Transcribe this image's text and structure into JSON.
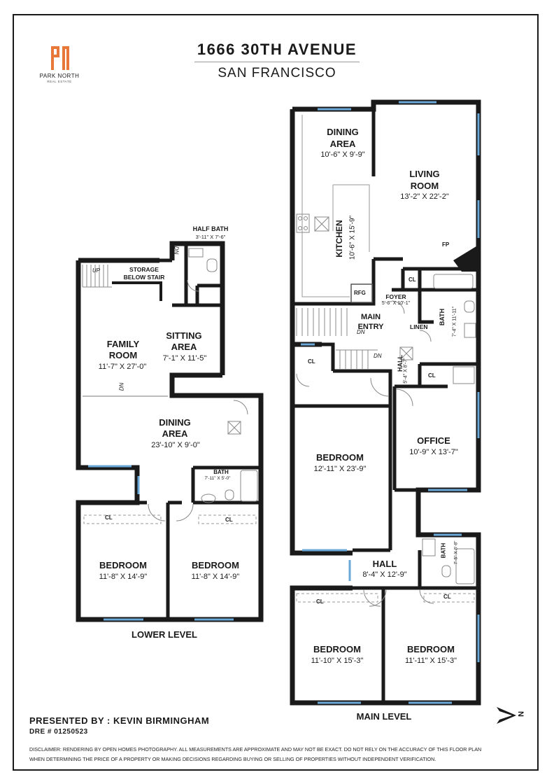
{
  "header": {
    "title": "1666 30TH AVENUE",
    "subtitle": "SAN FRANCISCO"
  },
  "logo": {
    "name": "PARK NORTH",
    "sub": "REAL ESTATE",
    "accent": "#e8773a"
  },
  "lower_level": {
    "label": "LOWER LEVEL",
    "rooms": {
      "half_bath": {
        "name": "HALF BATH",
        "dims": "3'-11\" X 7'-6\""
      },
      "storage": {
        "name": "STORAGE BELOW STAIR"
      },
      "family_room": {
        "name": "FAMILY ROOM",
        "dims": "11'-7\" X 27'-0\""
      },
      "sitting_area": {
        "name": "SITTING AREA",
        "dims": "7'-1\" X 11'-5\""
      },
      "dining_area": {
        "name": "DINING AREA",
        "dims": "23'-10\" X 9'-0\""
      },
      "bath": {
        "name": "BATH",
        "dims": "7'-11\" X 5'-0\""
      },
      "bedroom_left": {
        "name": "BEDROOM",
        "dims": "11'-8\" X 14'-9\""
      },
      "bedroom_right": {
        "name": "BEDROOM",
        "dims": "11'-8\" X 14'-9\""
      }
    },
    "marks": {
      "up": "UP",
      "dn_stair": "DN",
      "dn_family": "DN",
      "cl": "CL"
    }
  },
  "main_level": {
    "label": "MAIN LEVEL",
    "rooms": {
      "dining_area": {
        "name": "DINING AREA",
        "dims": "10'-6\" X 9'-9\""
      },
      "living_room": {
        "name": "LIVING ROOM",
        "dims": "13'-2\" X 22'-2\""
      },
      "kitchen": {
        "name": "KITCHEN",
        "dims": "10'-6\" X 15'-9\""
      },
      "foyer": {
        "name": "FOYER",
        "dims": "5'-6\" X 10'-1\""
      },
      "main_entry": {
        "name": "MAIN ENTRY"
      },
      "linen": {
        "name": "LINEN"
      },
      "bath_upper": {
        "name": "BATH",
        "dims": "7'-4\" X 11'-11\""
      },
      "hall_upper": {
        "name": "HALL",
        "dims": "5'-4\" X 8'-7\""
      },
      "bedroom_big": {
        "name": "BEDROOM",
        "dims": "12'-11\" X 23'-9\""
      },
      "office": {
        "name": "OFFICE",
        "dims": "10'-9\" X 13'-7\""
      },
      "bath_lower": {
        "name": "BATH",
        "dims": "7'-5\" X 6'-8\""
      },
      "hall_lower": {
        "name": "HALL",
        "dims": "8'-4\" X 12'-9\""
      },
      "bedroom_left": {
        "name": "BEDROOM",
        "dims": "11'-10\" X 15'-3\""
      },
      "bedroom_right": {
        "name": "BEDROOM",
        "dims": "11'-11\" X 15'-3\""
      }
    },
    "marks": {
      "fp": "FP",
      "rfg": "RFG",
      "cl": "CL",
      "dn": "DN"
    }
  },
  "compass": {
    "label": "N"
  },
  "footer": {
    "presented": "PRESENTED BY : KEVIN BIRMINGHAM",
    "dre": "DRE # 01250523",
    "disclaimer_line1": "DISCLAIMER: RENDERING BY OPEN HOMES PHOTOGRAPHY. ALL MEASUREMENTS ARE APPROXIMATE AND MAY NOT BE EXACT. DO NOT RELY ON THE ACCURACY OF THIS FLOOR PLAN",
    "disclaimer_line2": "WHEN DETERMINING THE PRICE OF A PROPERTY OR MAKING DECISIONS REGARDING BUYING OR SELLING OF PROPERTIES WITHOUT INDEPENDENT VERIFICATION."
  },
  "colors": {
    "wall": "#1a1a1a",
    "window": "#6aa8d8",
    "fixture": "#888888"
  }
}
